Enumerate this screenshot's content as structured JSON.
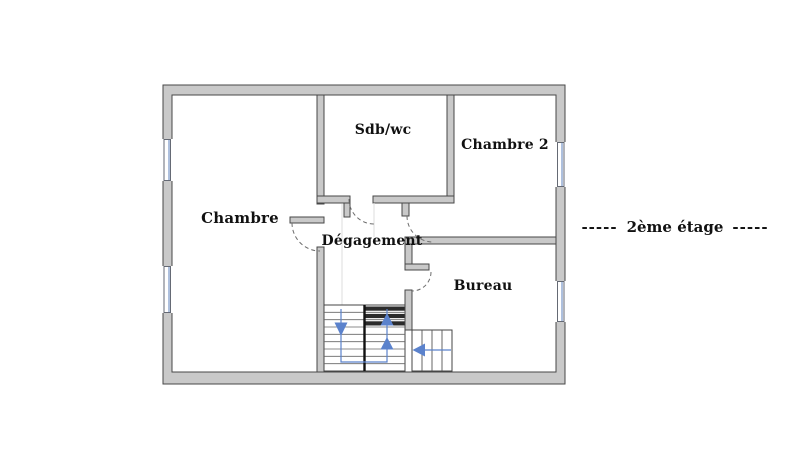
{
  "plan": {
    "rooms": [
      {
        "id": "chambre",
        "label": "Chambre"
      },
      {
        "id": "sdb-wc",
        "label": "Sdb/wc"
      },
      {
        "id": "chambre-2",
        "label": "Chambre 2"
      },
      {
        "id": "degagement",
        "label": "Dégagement"
      },
      {
        "id": "bureau",
        "label": "Bureau"
      }
    ],
    "floor_caption": {
      "prefix_dashes": "-----",
      "label": "2ème étage",
      "suffix_dashes": "-----"
    },
    "stairs": {
      "main_arrow_directions": "up-and-down",
      "side_arrow_direction": "left"
    },
    "colors": {
      "background": "#ffffff",
      "wall_fill": "#c9c9c9",
      "wall_stroke": "#474747",
      "window_line": "#6b8cc4",
      "stair_arrow": "#5b82cc",
      "door_arc": "#6e6e6e",
      "label_text": "#111111"
    }
  }
}
